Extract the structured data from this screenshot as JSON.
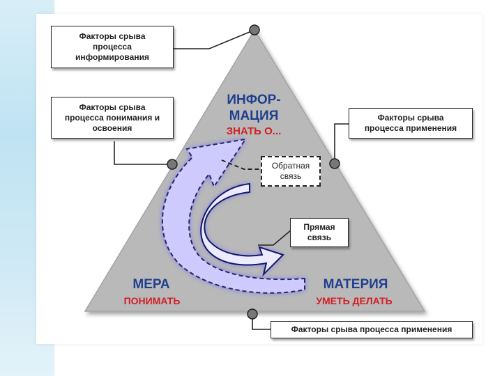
{
  "colors": {
    "triangle": "#b7b7b7",
    "blue_label": "#1f3f8f",
    "red_label": "#d21e24",
    "arrow_glow": "#3a2cff",
    "background_strip": "#c9e7f4"
  },
  "vertices": {
    "top": {
      "title": "ИНФОР-\nМАЦИЯ",
      "subtitle": "ЗНАТЬ О..."
    },
    "left": {
      "title": "МЕРА",
      "subtitle": "ПОНИМАТЬ"
    },
    "right": {
      "title": "МАТЕРИЯ",
      "subtitle": "УМЕТЬ ДЕЛАТЬ"
    }
  },
  "callouts": {
    "top_left": "Факторы срыва\nпроцесса\nинформирования",
    "mid_left": "Факторы срыва\nпроцесса понимания и\nосвоения",
    "mid_right": "Факторы срыва\nпроцесса применения",
    "bottom": "Факторы срыва процесса применения"
  },
  "flows": {
    "feedback": "Обратная\nсвязь",
    "direct": "Прямая\nсвязь"
  }
}
